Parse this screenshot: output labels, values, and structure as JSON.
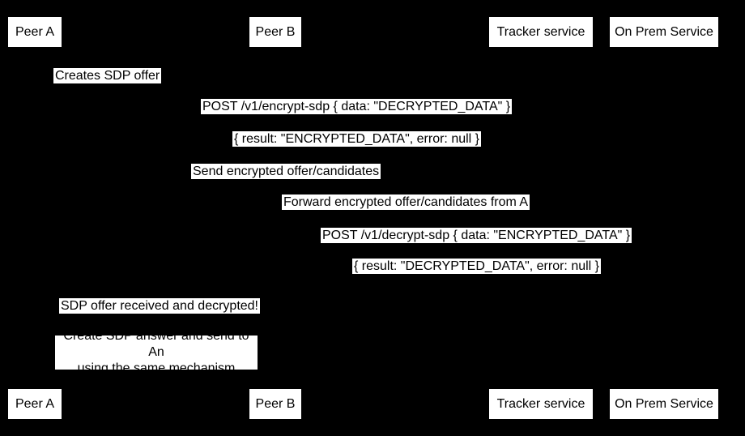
{
  "diagram": {
    "type": "sequence-diagram",
    "colors": {
      "background": "#000000",
      "label_background": "#ffffff",
      "text": "#000000"
    },
    "participants": [
      {
        "label": "Peer A"
      },
      {
        "label": "Peer B"
      },
      {
        "label": "Tracker service"
      },
      {
        "label": "On Prem Service"
      }
    ],
    "messages": [
      {
        "text": "Creates SDP offer"
      },
      {
        "text": "POST /v1/encrypt-sdp { data: \"DECRYPTED_DATA\" }"
      },
      {
        "text": "{ result: \"ENCRYPTED_DATA\", error: null }"
      },
      {
        "text": "Send encrypted offer/candidates"
      },
      {
        "text": "Forward encrypted offer/candidates from A"
      },
      {
        "text": "POST /v1/decrypt-sdp { data: \"ENCRYPTED_DATA\" }"
      },
      {
        "text": "{ result: \"DECRYPTED_DATA\", error: null }"
      },
      {
        "text": "SDP offer received and decrypted!"
      }
    ],
    "note": {
      "line1": "Create SDP answer and send to An",
      "line2": "using the same mechanism"
    }
  }
}
